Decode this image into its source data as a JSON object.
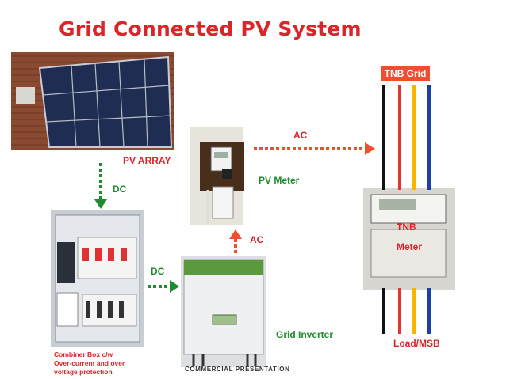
{
  "title": "Grid Connected PV System",
  "labels": {
    "pv_array": "PV ARRAY",
    "dc_top": "DC",
    "dc_bottom": "DC",
    "ac_top": "AC",
    "ac_mid": "AC",
    "pv_meter": "PV Meter",
    "tnb_grid": "TNB Grid",
    "tnb_meter_1": "TNB",
    "tnb_meter_2": "Meter",
    "grid_inverter": "Grid Inverter",
    "load_msb": "Load/MSB",
    "combiner_line1": "Combiner Box c/w",
    "combiner_line2": "Over-current and over",
    "combiner_line3": "voltage protection",
    "footer": "COMMERCIAL PRESENTATION"
  },
  "colors": {
    "title_red": "#d9262b",
    "green_arrow": "#1f8a2f",
    "orange_arrow": "#f04e2e",
    "wire_black": "#111111",
    "wire_red": "#e3342f",
    "wire_yellow": "#f7b500",
    "wire_blue": "#1c3fa8"
  },
  "icons": [
    "solar-panel-photo",
    "pv-meter-photo",
    "combiner-box-photo",
    "inverter-photo",
    "tnb-meter-photo"
  ]
}
